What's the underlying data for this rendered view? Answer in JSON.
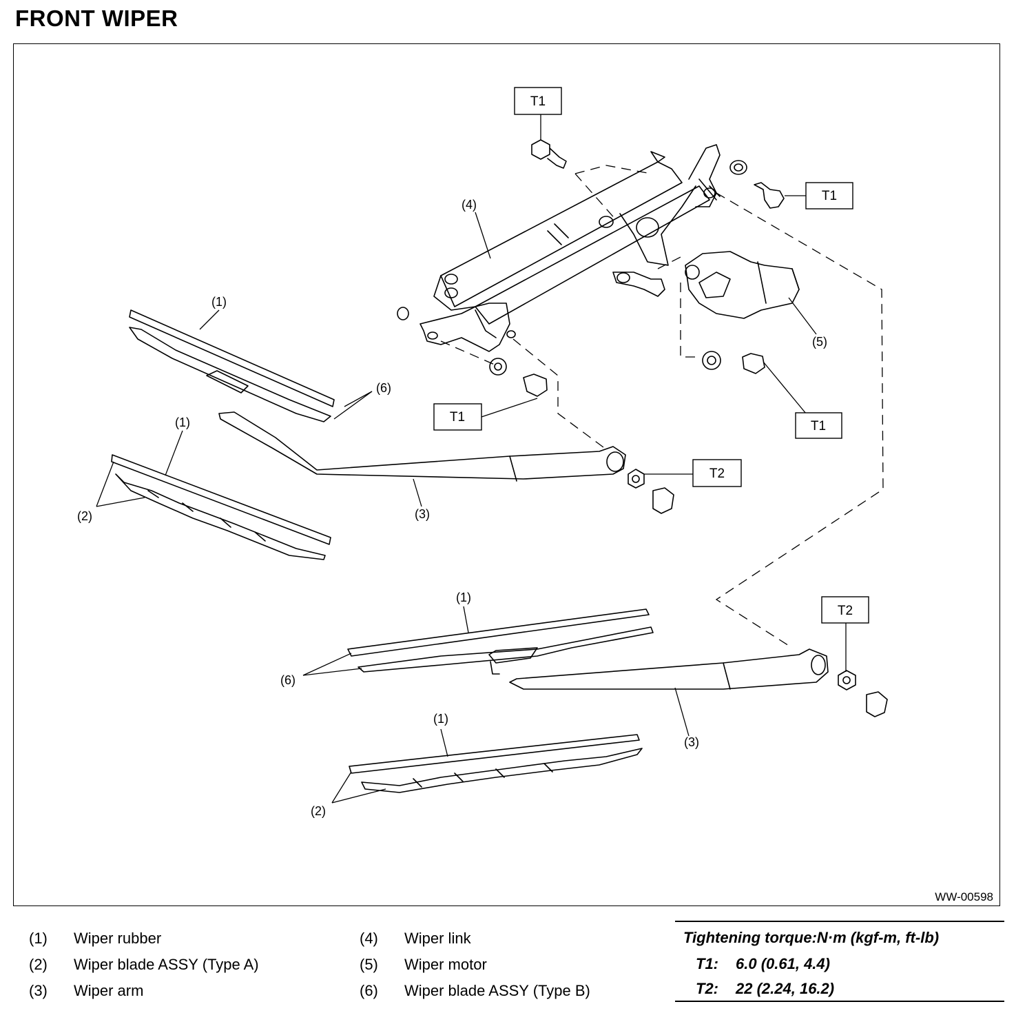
{
  "title": "FRONT WIPER",
  "figure_id": "WW-00598",
  "callouts": {
    "n1": "(1)",
    "n2": "(2)",
    "n3": "(3)",
    "n4": "(4)",
    "n5": "(5)",
    "n6": "(6)",
    "t1": "T1",
    "t2": "T2"
  },
  "legend": [
    {
      "num": "(1)",
      "label": "Wiper rubber"
    },
    {
      "num": "(2)",
      "label": "Wiper blade ASSY (Type A)"
    },
    {
      "num": "(3)",
      "label": "Wiper arm"
    },
    {
      "num": "(4)",
      "label": "Wiper link"
    },
    {
      "num": "(5)",
      "label": "Wiper motor"
    },
    {
      "num": "(6)",
      "label": "Wiper blade ASSY (Type B)"
    }
  ],
  "torque": {
    "heading": "Tightening torque:N·m (kgf-m, ft-lb)",
    "rows": [
      {
        "key": "T1:",
        "value": "6.0 (0.61, 4.4)"
      },
      {
        "key": "T2:",
        "value": "22 (2.24, 16.2)"
      }
    ]
  }
}
